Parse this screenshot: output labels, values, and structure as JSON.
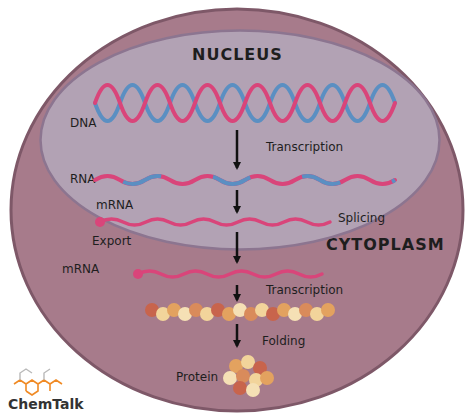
{
  "diagram": {
    "nodes": [
      {
        "text": [
          "CYTOPLASM"
        ]
      },
      {
        "text": [
          "NUCLEUS"
        ],
        "in": 0
      },
      {
        "text": [
          "DNA"
        ],
        "in": 1
      },
      {
        "text": [
          "RNA"
        ],
        "in": 1
      },
      {
        "text": [
          "mRNA"
        ],
        "in": 1
      },
      {
        "text": [
          "mRNA"
        ],
        "in": 0
      },
      {
        "text": [
          "Protein"
        ],
        "in": 0
      }
    ],
    "edges": [
      {
        "from": 2,
        "to": 3,
        "label": "Transcription",
        "arrow": "to"
      },
      {
        "from": 3,
        "to": 4,
        "label": "Splicing",
        "arrow": "to"
      },
      {
        "from": 4,
        "to": 5,
        "label": "Export",
        "arrow": "to"
      }
    ],
    "labels": [
      "Transcription",
      "Folding",
      "ChemTalk"
    ]
  }
}
